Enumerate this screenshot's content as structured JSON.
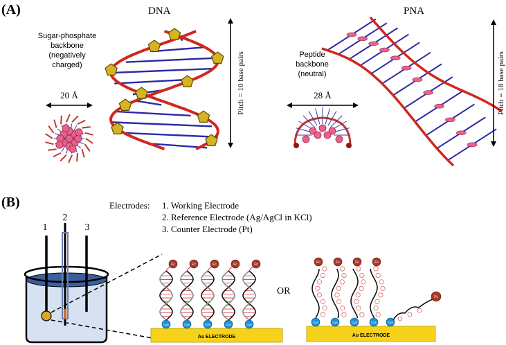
{
  "panel_a": {
    "label": "(A)",
    "dna": {
      "title": "DNA",
      "backbone_lines": [
        "Sugar-phosphate",
        "backbone",
        "(negatively",
        "charged)"
      ],
      "width": "20 Å",
      "pitch": "Pitch = 10 base pairs"
    },
    "pna": {
      "title": "PNA",
      "backbone_lines": [
        "Peptide",
        "backbone",
        "(neutral)"
      ],
      "width": "28 Å",
      "pitch": "Pitch = 18 base pairs"
    }
  },
  "panel_b": {
    "label": "(B)",
    "electrodes_heading": "Electrodes:",
    "electrodes": [
      "1. Working Electrode",
      "2. Reference Electrode (Ag/AgCl in KCl)",
      "3. Counter Electrode (Pt)"
    ],
    "electrode_numbers": [
      "1",
      "2",
      "3"
    ],
    "or_label": "OR",
    "au_electrode": "Au ELECTRODE",
    "fc_label": "Fc",
    "cys_label": "Cys"
  }
}
